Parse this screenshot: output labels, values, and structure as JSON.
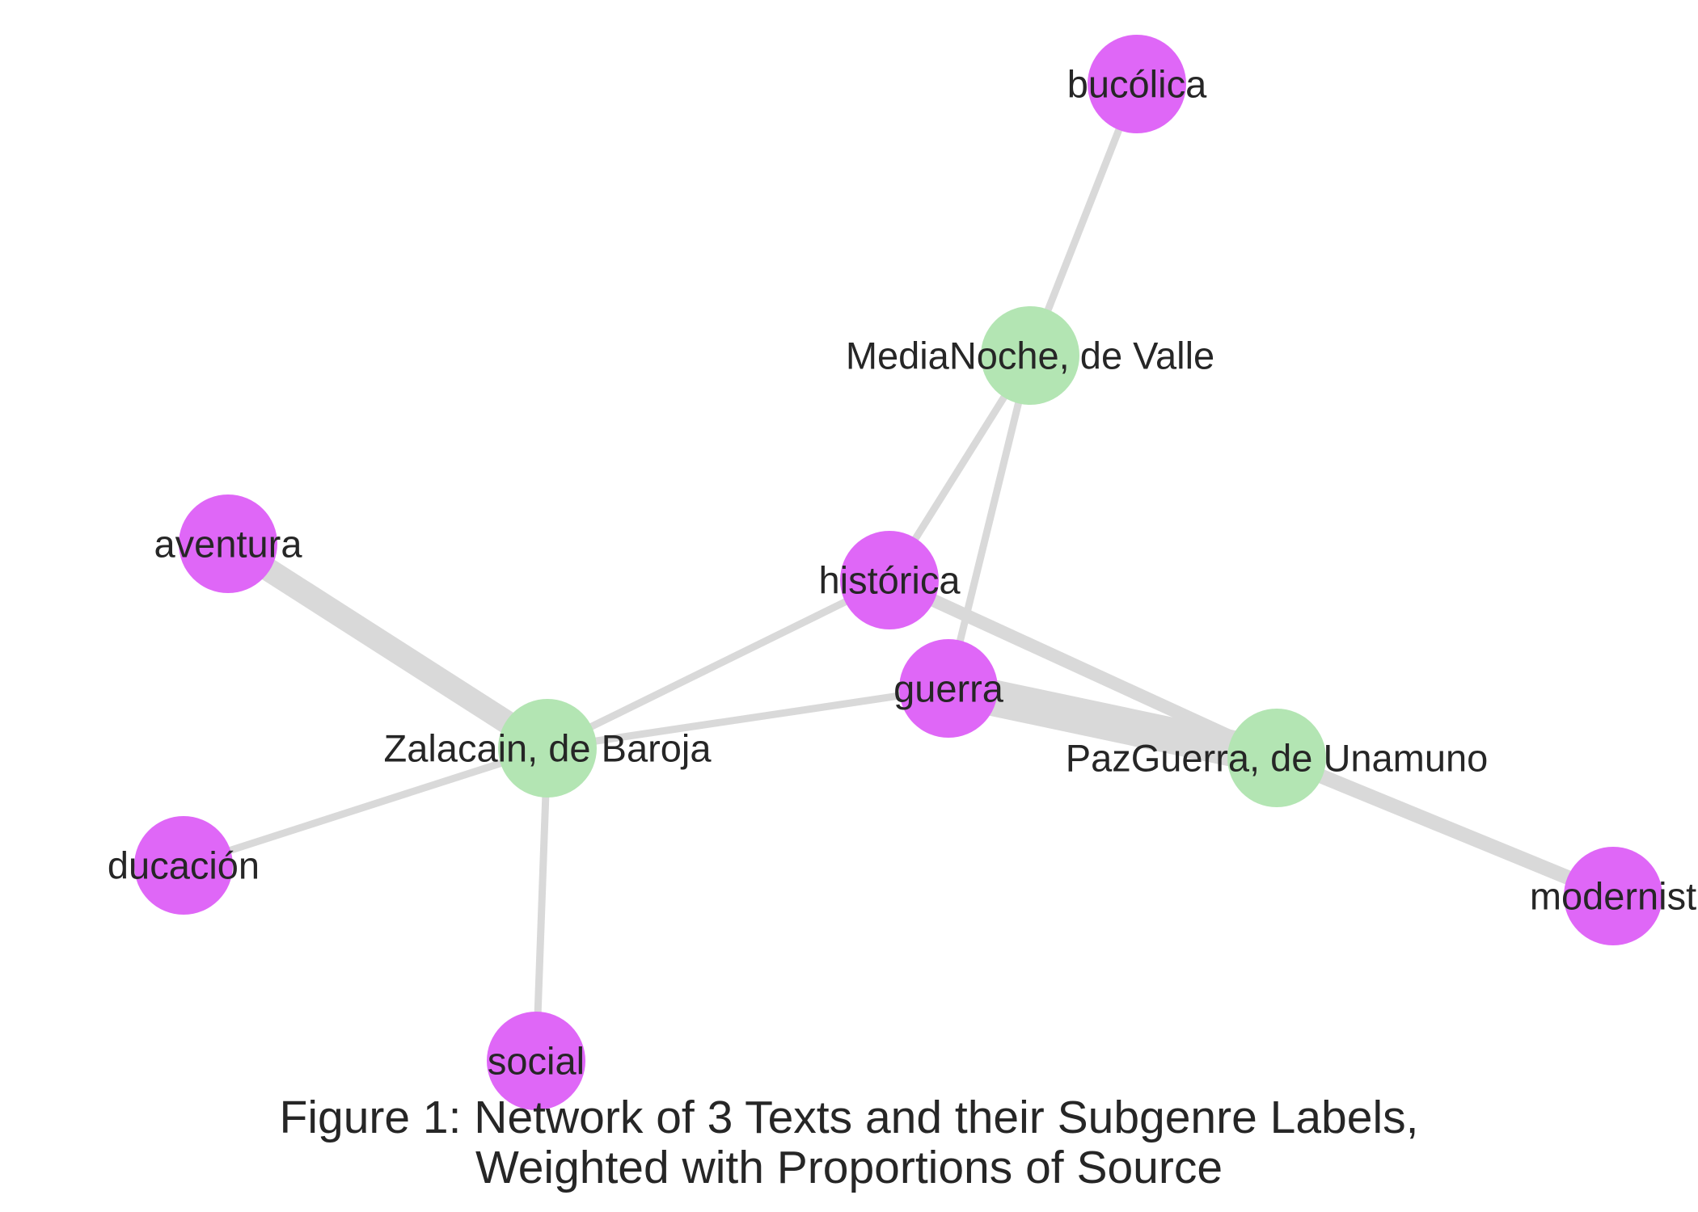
{
  "diagram": {
    "colors": {
      "text_node": "#b3e5b3",
      "label_node": "#df67f7",
      "edge": "#d9d9d9",
      "label_text": "#262626"
    },
    "nodes": [
      {
        "id": "zalacain",
        "label": "Zalacain, de Baroja",
        "kind": "text"
      },
      {
        "id": "medianoche",
        "label": "MediaNoche, de Valle",
        "kind": "text"
      },
      {
        "id": "pazguerra",
        "label": "PazGuerra, de Unamuno",
        "kind": "text"
      },
      {
        "id": "bucolica",
        "label": "bucólica",
        "kind": "subgenre"
      },
      {
        "id": "aventura",
        "label": "aventura",
        "kind": "subgenre"
      },
      {
        "id": "historica",
        "label": "histórica",
        "kind": "subgenre"
      },
      {
        "id": "guerra",
        "label": "guerra",
        "kind": "subgenre"
      },
      {
        "id": "educacion",
        "label": "ducación",
        "kind": "subgenre"
      },
      {
        "id": "social",
        "label": "social",
        "kind": "subgenre"
      },
      {
        "id": "modernista",
        "label": "modernist",
        "kind": "subgenre"
      }
    ],
    "edges": [
      {
        "source": "medianoche",
        "target": "bucolica",
        "weight": 0.5
      },
      {
        "source": "medianoche",
        "target": "historica",
        "weight": 0.5
      },
      {
        "source": "medianoche",
        "target": "guerra",
        "weight": 0.5
      },
      {
        "source": "zalacain",
        "target": "aventura",
        "weight": 1.6
      },
      {
        "source": "zalacain",
        "target": "historica",
        "weight": 0.5
      },
      {
        "source": "zalacain",
        "target": "guerra",
        "weight": 0.5
      },
      {
        "source": "zalacain",
        "target": "educacion",
        "weight": 0.5
      },
      {
        "source": "zalacain",
        "target": "social",
        "weight": 0.5
      },
      {
        "source": "pazguerra",
        "target": "historica",
        "weight": 0.9
      },
      {
        "source": "pazguerra",
        "target": "guerra",
        "weight": 2.5
      },
      {
        "source": "pazguerra",
        "target": "modernista",
        "weight": 1.0
      }
    ]
  },
  "caption": {
    "line1": "Figure 1: Network of 3 Texts and their Subgenre Labels,",
    "line2": "Weighted with Proportions of Source"
  }
}
